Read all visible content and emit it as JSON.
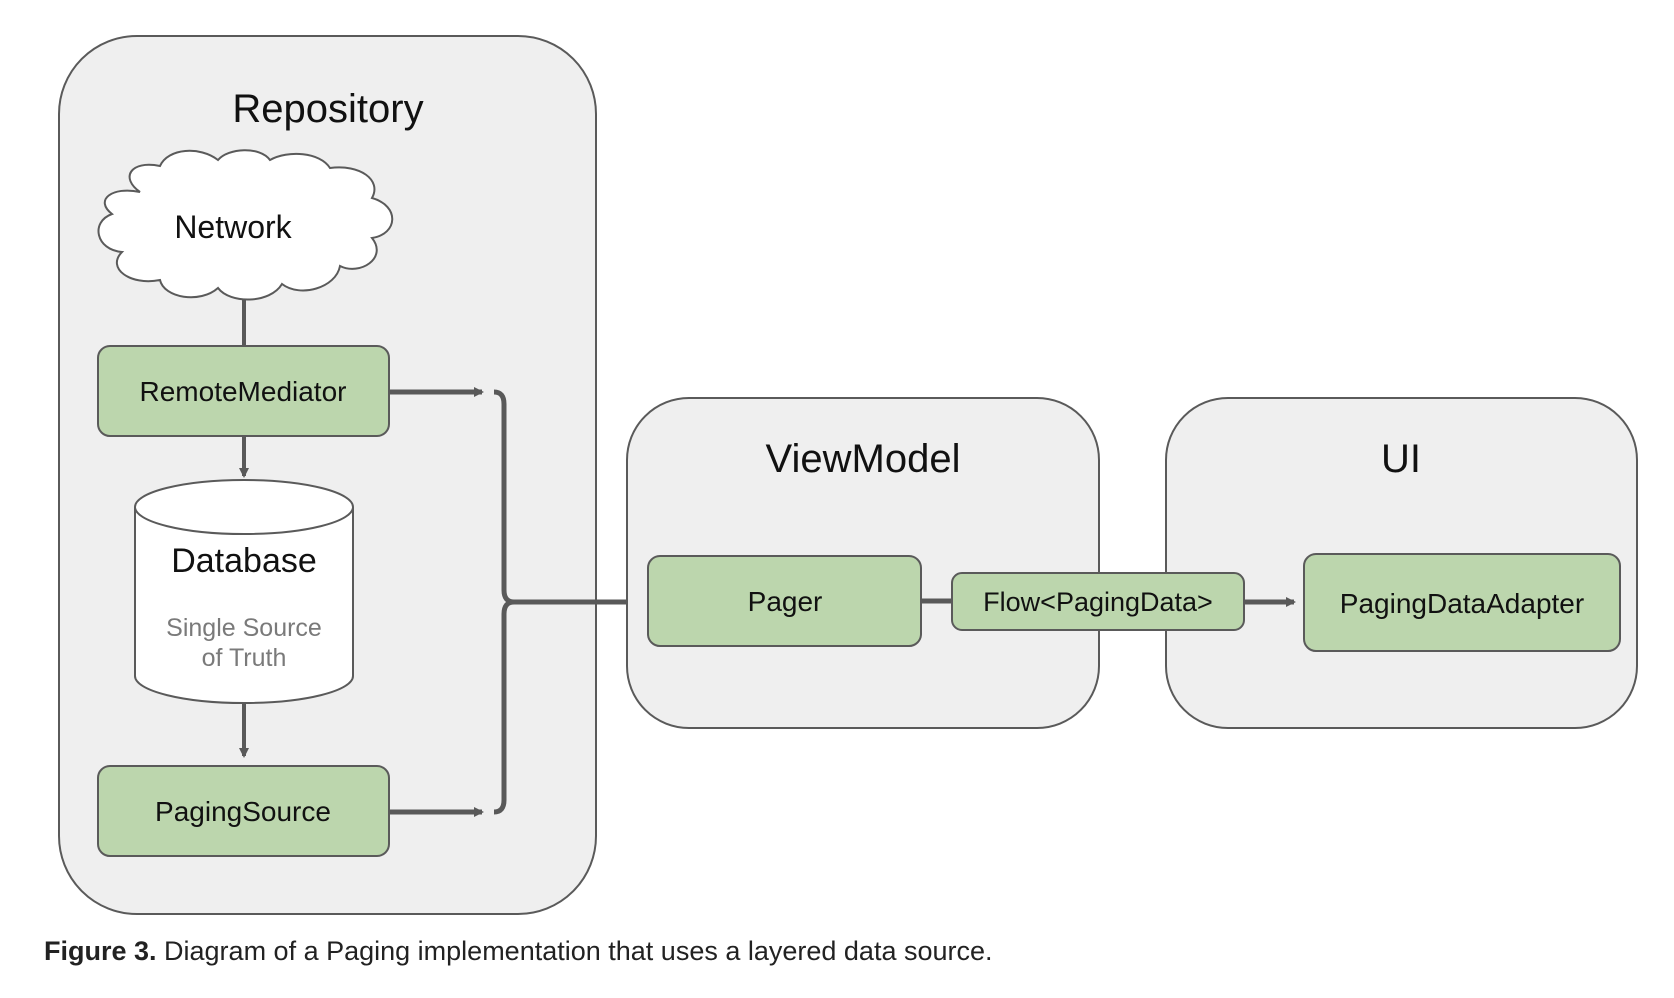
{
  "diagram": {
    "repository": {
      "title": "Repository"
    },
    "network": {
      "label": "Network"
    },
    "remote_mediator": {
      "label": "RemoteMediator"
    },
    "database": {
      "title": "Database",
      "subtitle_line1": "Single Source",
      "subtitle_line2": "of Truth"
    },
    "paging_source": {
      "label": "PagingSource"
    },
    "viewmodel": {
      "title": "ViewModel"
    },
    "pager": {
      "label": "Pager"
    },
    "flow": {
      "label": "Flow<PagingData>"
    },
    "ui": {
      "title": "UI"
    },
    "paging_data_adapter": {
      "label": "PagingDataAdapter"
    }
  },
  "caption": {
    "prefix": "Figure 3.",
    "text": " Diagram of a Paging implementation that uses a layered data source."
  },
  "colors": {
    "container_fill": "#efefef",
    "container_stroke": "#5a5a5a",
    "node_fill": "#bcd6ad",
    "arrow": "#595959",
    "subtitle_text": "#7a7a7a"
  }
}
